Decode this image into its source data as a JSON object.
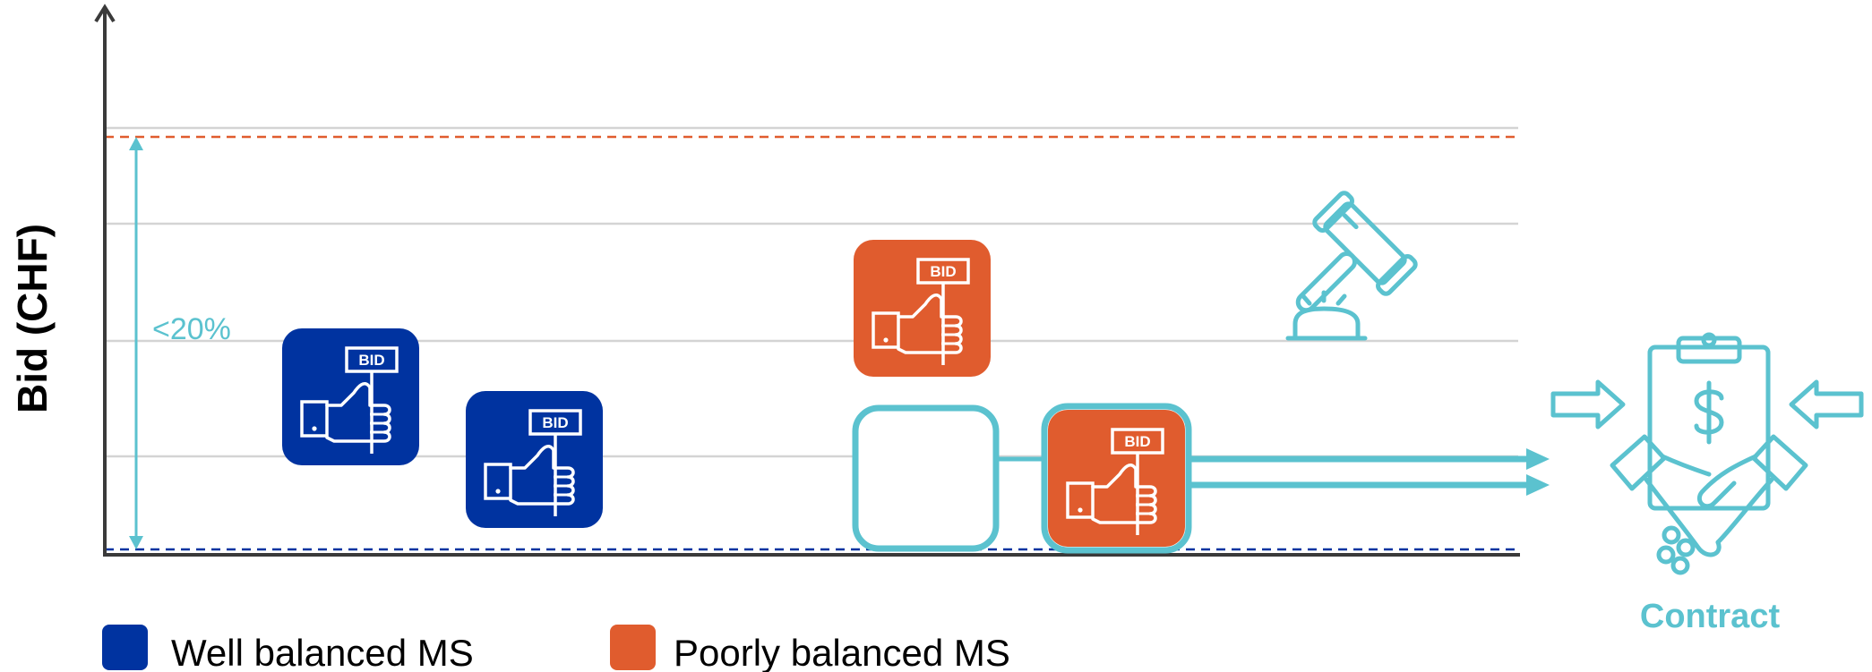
{
  "colors": {
    "well_balanced": "#0033A0",
    "poorly_balanced": "#E05C2E",
    "accent": "#5BC2CF",
    "axis": "#3A3A3A",
    "grid": "#D4D4D4",
    "upper_limit": "#E05C2E",
    "lower_limit": "#0033A0"
  },
  "axis": {
    "y_title": "Bid (CHF)"
  },
  "range_label": "<20%",
  "bid_sign_label": "BID",
  "contract_label": "Contract",
  "legend": {
    "well_balanced": "Well balanced MS",
    "poorly_balanced": "Poorly balanced MS"
  },
  "bids": [
    {
      "category": "well_balanced",
      "selected": false
    },
    {
      "category": "well_balanced",
      "selected": false
    },
    {
      "category": "poorly_balanced",
      "selected": false
    },
    {
      "category": "empty",
      "selected": false
    },
    {
      "category": "poorly_balanced",
      "selected": true
    }
  ],
  "icons": {
    "bid": "thumbs-up-bid-icon",
    "gavel": "gavel-icon",
    "contract": "contract-handshake-icon",
    "arrows": "arrow-right-icon"
  }
}
